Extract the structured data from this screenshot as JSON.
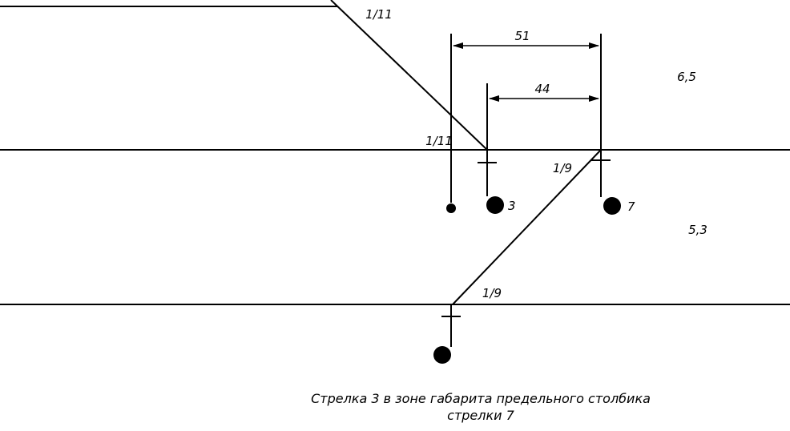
{
  "diagram": {
    "slope_labels": {
      "top_1_11": "1/11",
      "mid_1_11": "1/11",
      "upper_1_9": "1/9",
      "lower_1_9": "1/9"
    },
    "dimensions": {
      "dim_51": "51",
      "dim_44": "44"
    },
    "distances": {
      "d_6_5": "6,5",
      "d_5_3": "5,3"
    },
    "switches": {
      "switch_3": "3",
      "switch_7": "7"
    },
    "caption": {
      "line1": "Стрелка 3 в зоне габарита предельного столбика",
      "line2": "стрелки 7"
    },
    "colors": {
      "line": "#000000",
      "background": "#ffffff"
    }
  }
}
